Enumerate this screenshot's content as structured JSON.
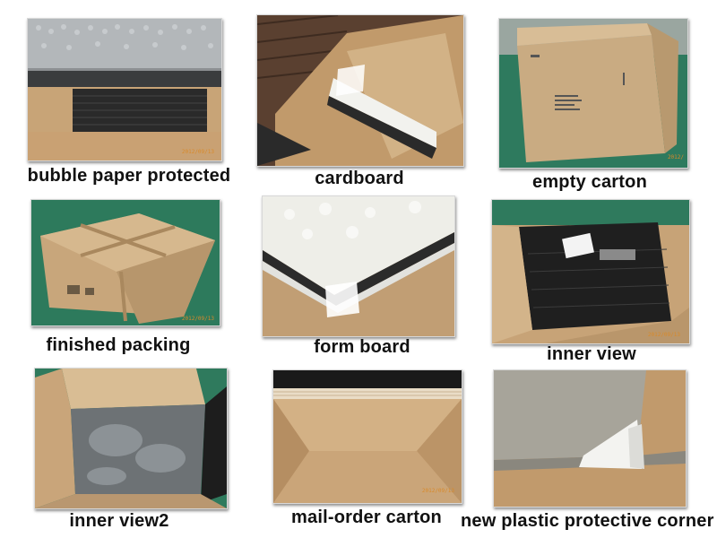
{
  "gallery": {
    "items": [
      {
        "caption": "bubble paper protected",
        "date_stamp": "2012/09/13"
      },
      {
        "caption": "cardboard",
        "date_stamp": ""
      },
      {
        "caption": "empty carton",
        "date_stamp": "2012/"
      },
      {
        "caption": "finished packing",
        "date_stamp": "2012/09/13"
      },
      {
        "caption": "form board",
        "date_stamp": ""
      },
      {
        "caption": "inner view",
        "date_stamp": "2012/09/13"
      },
      {
        "caption": "inner view2",
        "date_stamp": ""
      },
      {
        "caption": "mail-order carton",
        "date_stamp": "2012/09/13"
      },
      {
        "caption": "new plastic protective corner",
        "date_stamp": ""
      }
    ]
  },
  "colors": {
    "cardboard": "#c9a57a",
    "floor_green": "#2e7a5e",
    "foam": "#efefea",
    "dark_mesh": "#2b2b2b"
  }
}
